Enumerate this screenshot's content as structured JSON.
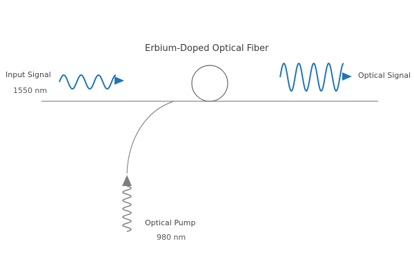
{
  "diagram": {
    "title": "Erbium-Doped Optical Fiber",
    "input": {
      "label": "Input Signal",
      "wavelength": "1550 nm"
    },
    "output": {
      "label": "Optical Signal"
    },
    "pump": {
      "label": "Optical Pump",
      "wavelength": "980 nm"
    }
  },
  "colors": {
    "signal": "#1f74b8",
    "fiber": "#8a8a8a",
    "pump": "#7f7f7f",
    "text": "#444444"
  }
}
